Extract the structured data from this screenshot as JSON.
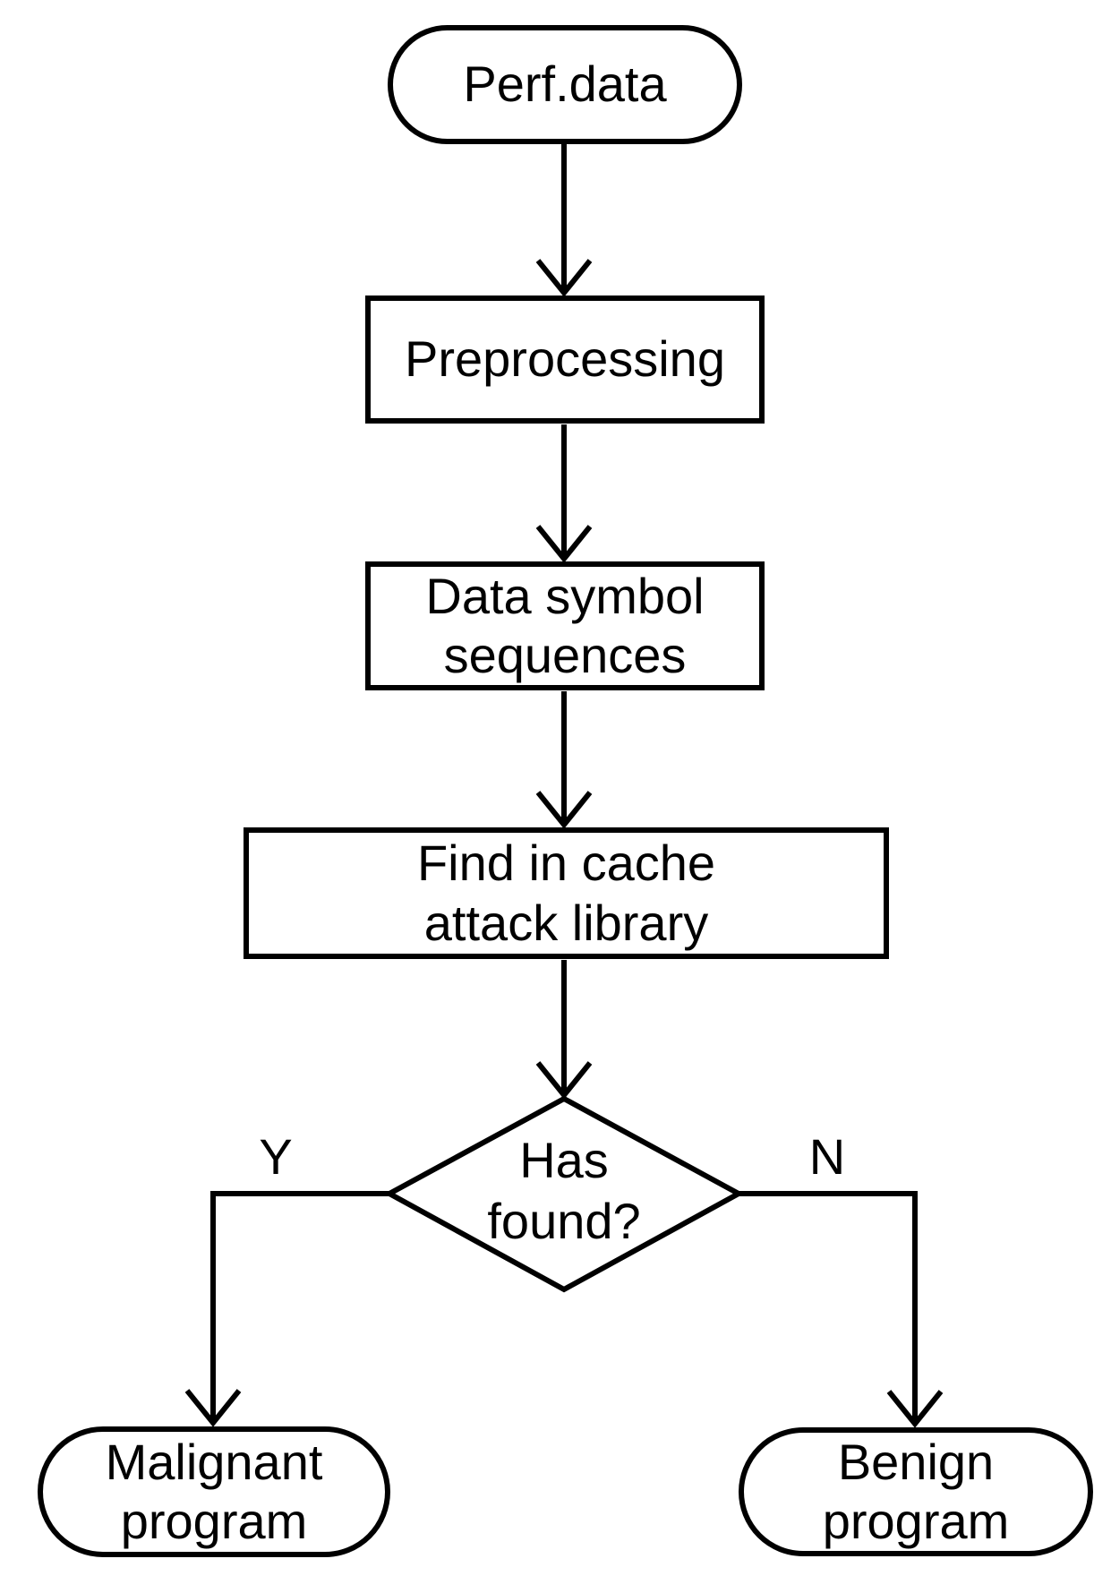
{
  "canvas": {
    "background": "#ffffff",
    "line_color": "#000000",
    "text_color": "#000000"
  },
  "nodes": {
    "perf_data": {
      "label": "Perf.data"
    },
    "preprocessing": {
      "label": "Preprocessing"
    },
    "data_symbol": {
      "line1": "Data symbol",
      "line2": "sequences"
    },
    "find_cache": {
      "line1": "Find in cache",
      "line2": "attack library"
    },
    "has_found": {
      "line1": "Has",
      "line2": "found?"
    },
    "malignant": {
      "line1": "Malignant",
      "line2": "program"
    },
    "benign": {
      "line1": "Benign",
      "line2": "program"
    }
  },
  "branch_labels": {
    "yes": "Y",
    "no": "N"
  }
}
